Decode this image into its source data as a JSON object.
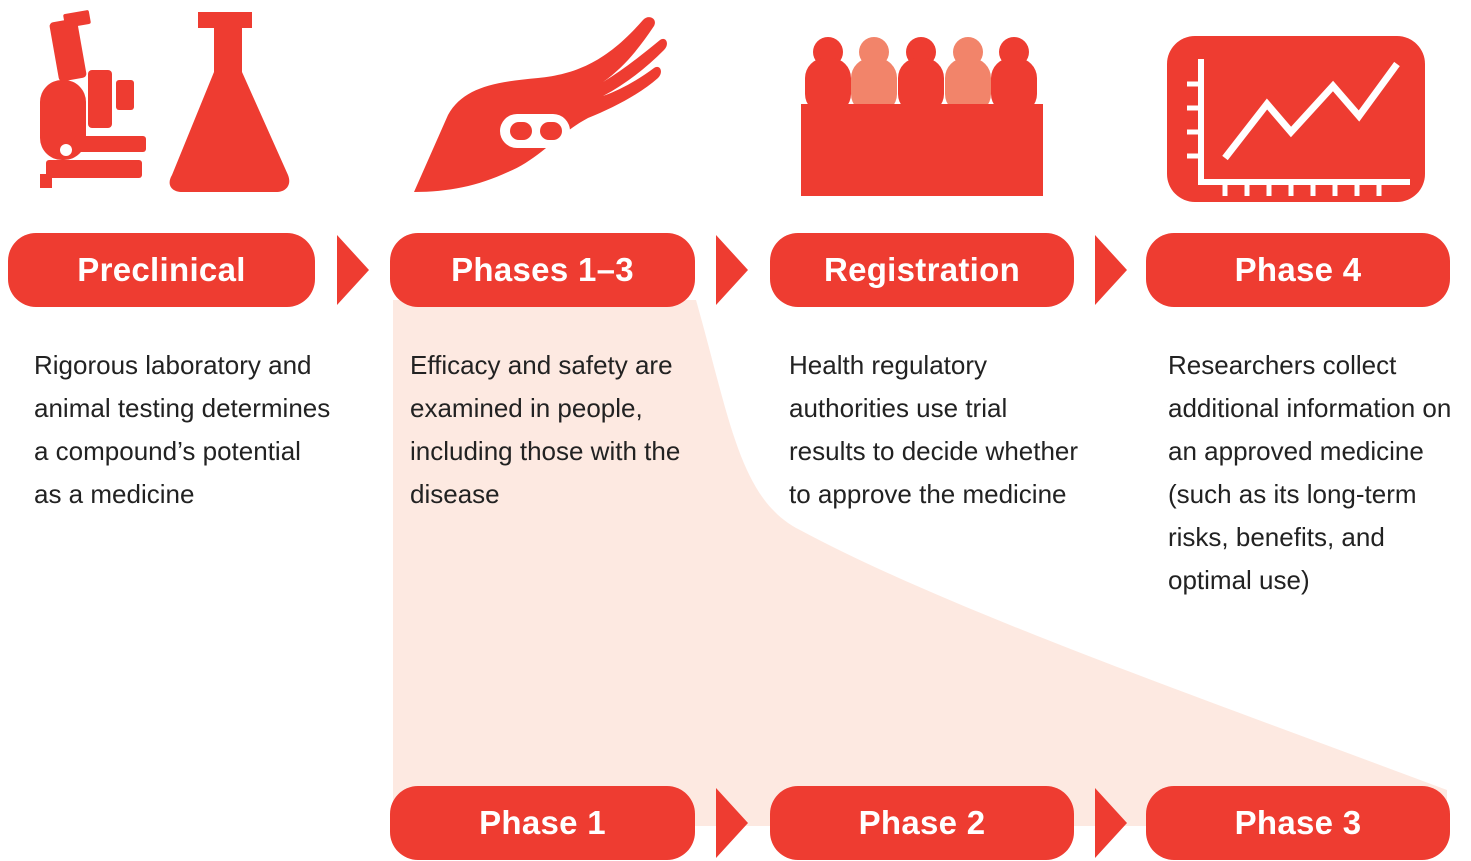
{
  "colors": {
    "accent": "#ee3c31",
    "accent_light": "#f2846a",
    "funnel": "#fde9e1",
    "text": "#222222"
  },
  "icons": {
    "preclinical": [
      "microscope-icon",
      "flask-icon"
    ],
    "phases_1_3": "hand-with-pill-icon",
    "registration": "review-panel-people-icon",
    "phase_4": "rising-chart-icon"
  },
  "stages": [
    {
      "label": "Preclinical",
      "description": "Rigorous laboratory and\nanimal testing determines\na compound’s potential\nas a medicine"
    },
    {
      "label": "Phases 1–3",
      "description": "Efficacy and safety are\nexamined in people,\nincluding those with the\ndisease"
    },
    {
      "label": "Registration",
      "description": "Health regulatory\nauthorities use trial\nresults to decide whether\nto approve the medicine"
    },
    {
      "label": "Phase 4",
      "description": "Researchers collect\nadditional information on\nan approved medicine\n(such as its long-term\nrisks, benefits, and\noptimal use)"
    }
  ],
  "sub_phases": [
    {
      "label": "Phase 1"
    },
    {
      "label": "Phase 2"
    },
    {
      "label": "Phase 3"
    }
  ]
}
